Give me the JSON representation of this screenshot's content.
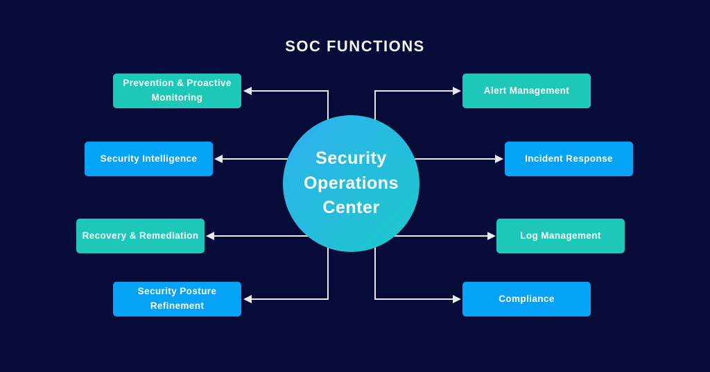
{
  "title": "SOC FUNCTIONS",
  "center": {
    "label": "Security Operations Center"
  },
  "nodes": [
    {
      "label": "Prevention & Proactive Monitoring",
      "side": "left",
      "row": 1,
      "color": "teal"
    },
    {
      "label": "Security Intelligence",
      "side": "left",
      "row": 2,
      "color": "blue"
    },
    {
      "label": "Recovery & Remediation",
      "side": "left",
      "row": 3,
      "color": "teal"
    },
    {
      "label": "Security Posture Refinement",
      "side": "left",
      "row": 4,
      "color": "blue"
    },
    {
      "label": "Alert Management",
      "side": "right",
      "row": 1,
      "color": "teal"
    },
    {
      "label": "Incident Response",
      "side": "right",
      "row": 2,
      "color": "blue"
    },
    {
      "label": "Log Management",
      "side": "right",
      "row": 3,
      "color": "teal"
    },
    {
      "label": "Compliance",
      "side": "right",
      "row": 4,
      "color": "blue"
    }
  ],
  "colors": {
    "background": "#070b38",
    "teal": "#1dc8b8",
    "blue": "#04a3f7",
    "circle_gradient_start": "#2fb0f0",
    "circle_gradient_end": "#1cc9c9",
    "connector": "#e9eaf2",
    "text": "#ffffff"
  }
}
